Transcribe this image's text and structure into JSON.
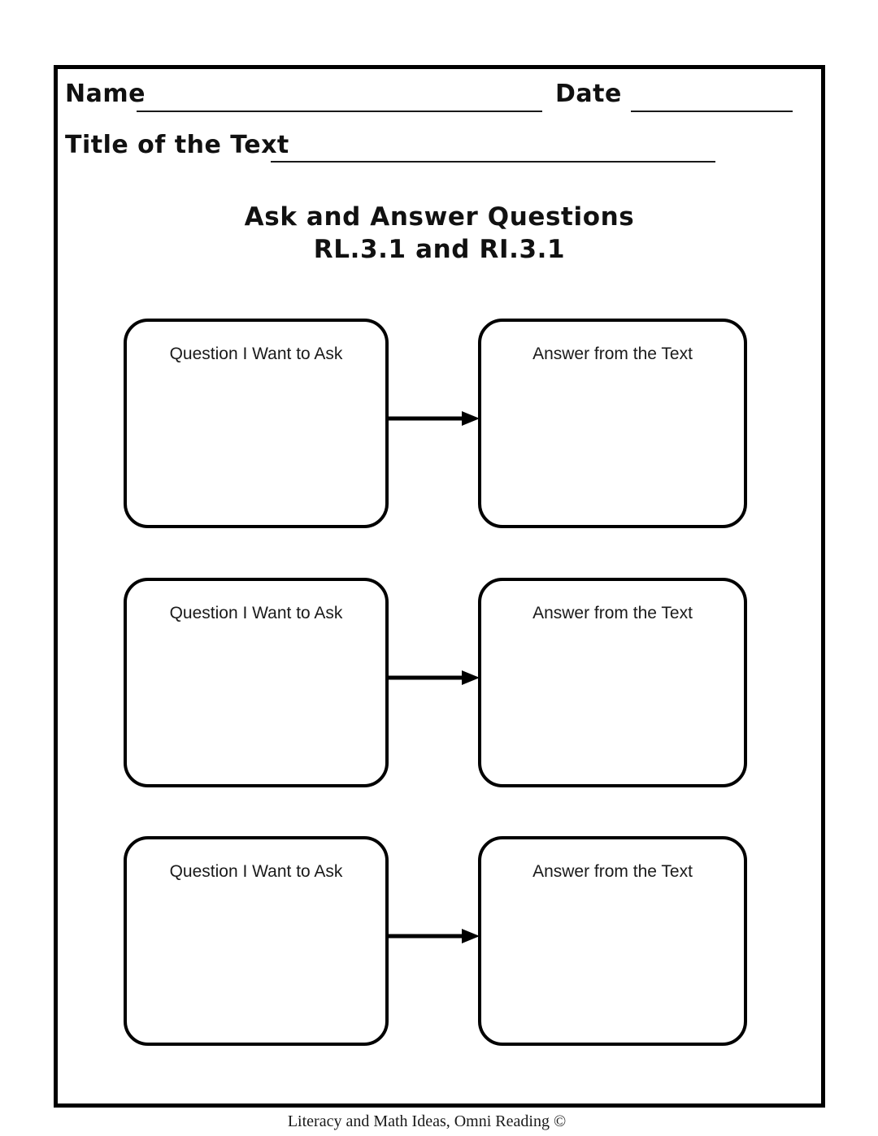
{
  "worksheet": {
    "header": {
      "name_label": "Name",
      "date_label": "Date",
      "title_of_text_label": "Title of the Text"
    },
    "heading": {
      "line1": "Ask and Answer Questions",
      "line2": "RL.3.1 and RI.3.1"
    },
    "organizer": {
      "rows": [
        {
          "question_label": "Question I Want to Ask",
          "answer_label": "Answer from the Text"
        },
        {
          "question_label": "Question I Want to Ask",
          "answer_label": "Answer from the Text"
        },
        {
          "question_label": "Question I Want to Ask",
          "answer_label": "Answer from the Text"
        }
      ]
    },
    "footer": {
      "credit": "Literacy and Math Ideas, Omni Reading ©"
    },
    "colors": {
      "ink": "#000000",
      "paper": "#ffffff",
      "text": "#1a1a1a"
    }
  }
}
